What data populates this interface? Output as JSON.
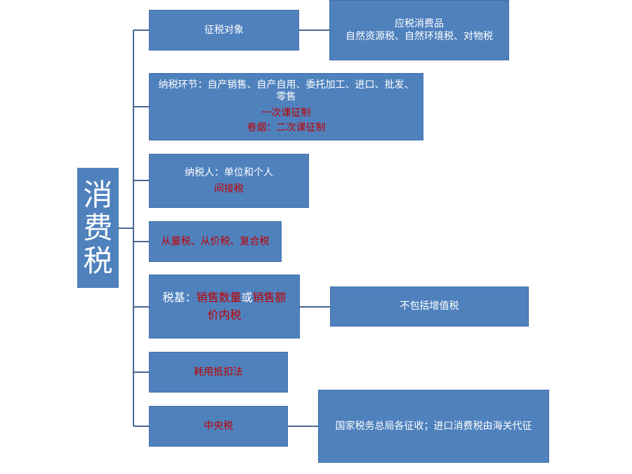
{
  "root": {
    "chars": [
      "消",
      "费",
      "税"
    ]
  },
  "nodes": {
    "object": {
      "label": "征税对象"
    },
    "object_detail": {
      "line1": "应税消费品",
      "line2": "自然资源税、自然环境税、对物税"
    },
    "stage": {
      "line1": "纳税环节：自产销售、自产自用、委托加工、进口、批发、",
      "line2": "零售",
      "line3": "一次课征制",
      "line4": "卷烟：二次课征制"
    },
    "taxpayer": {
      "line1": "纳税人：单位和个人",
      "line2": "间接税"
    },
    "method": {
      "label": "从量税、从价税、复合税"
    },
    "base": {
      "prefix": "税基：",
      "part1": "销售数量",
      "mid": "或",
      "part2": "销售额",
      "line2": "价内税"
    },
    "base_detail": {
      "label": "不包括增值税"
    },
    "deduction": {
      "label": "耗用抵扣法"
    },
    "central": {
      "label": "中央税"
    },
    "central_detail": {
      "label": "国家税务总局各征收；进口消费税由海关代征"
    }
  },
  "colors": {
    "box_fill": "#4f81bd",
    "connector": "#4a6990",
    "highlight_text": "#c00000"
  }
}
